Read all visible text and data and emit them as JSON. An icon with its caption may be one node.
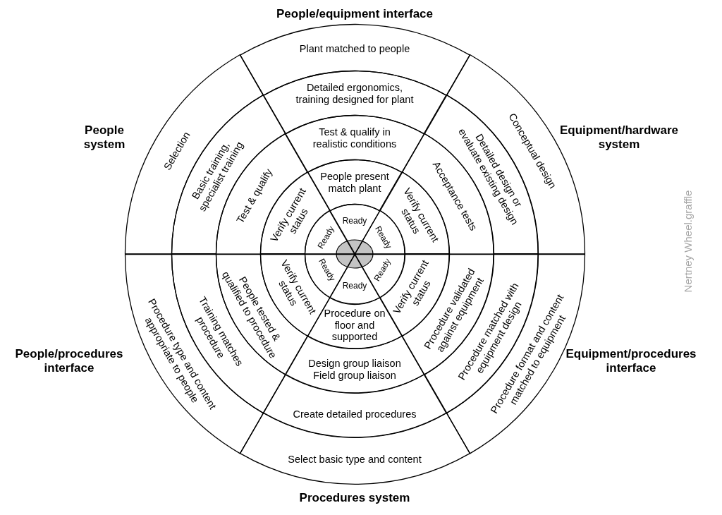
{
  "diagram": {
    "nodes": [
      {
        "text": [
          "Plant matched to people"
        ]
      },
      {
        "text": [
          "Detailed ergonomics, training designed for plant"
        ]
      },
      {
        "text": [
          "Test & qualify in realistic conditions"
        ]
      },
      {
        "text": [
          "People present match plant"
        ]
      },
      {
        "text": [
          "Ready"
        ]
      },
      {
        "text": [
          "Conceptual design"
        ]
      },
      {
        "text": [
          "Detailed design or evaluate existing design"
        ]
      },
      {
        "text": [
          "Acceptance tests"
        ]
      },
      {
        "text": [
          "Verify current status"
        ]
      },
      {
        "text": [
          "Ready"
        ]
      },
      {
        "text": [
          "Procedure format and content matched to equipment"
        ]
      },
      {
        "text": [
          "Procedure matched with equipment design"
        ]
      },
      {
        "text": [
          "Procedure validated against equipment"
        ]
      },
      {
        "text": [
          "Verify current status"
        ]
      },
      {
        "text": [
          "Ready"
        ]
      },
      {
        "text": [
          "Select basic type and content"
        ]
      },
      {
        "text": [
          "Create detailed procedures"
        ]
      },
      {
        "text": [
          "Design group liaison Field group liaison"
        ]
      },
      {
        "text": [
          "Procedure on floor and supported"
        ]
      },
      {
        "text": [
          "Ready"
        ]
      },
      {
        "text": [
          "Procedure type and content appropriate to people"
        ]
      },
      {
        "text": [
          "Training matches procedure"
        ]
      },
      {
        "text": [
          "People tested & qualified to procedure"
        ]
      },
      {
        "text": [
          "Verify current status"
        ]
      },
      {
        "text": [
          "Ready"
        ]
      },
      {
        "text": [
          "Selection"
        ]
      },
      {
        "text": [
          "Basic training, specialist training"
        ]
      },
      {
        "text": [
          "Test & qualify"
        ]
      },
      {
        "text": [
          "Verify current status"
        ]
      },
      {
        "text": [
          "Ready"
        ]
      },
      {
        "text": [],
        "shape": "ellipse"
      }
    ],
    "labels": [
      "People/equipment interface",
      "People system",
      "Equipment/hardware system",
      "Nertney Wheel.graffle",
      "People/procedures interface",
      "Equipment/procedures interface",
      "Procedures system"
    ]
  }
}
